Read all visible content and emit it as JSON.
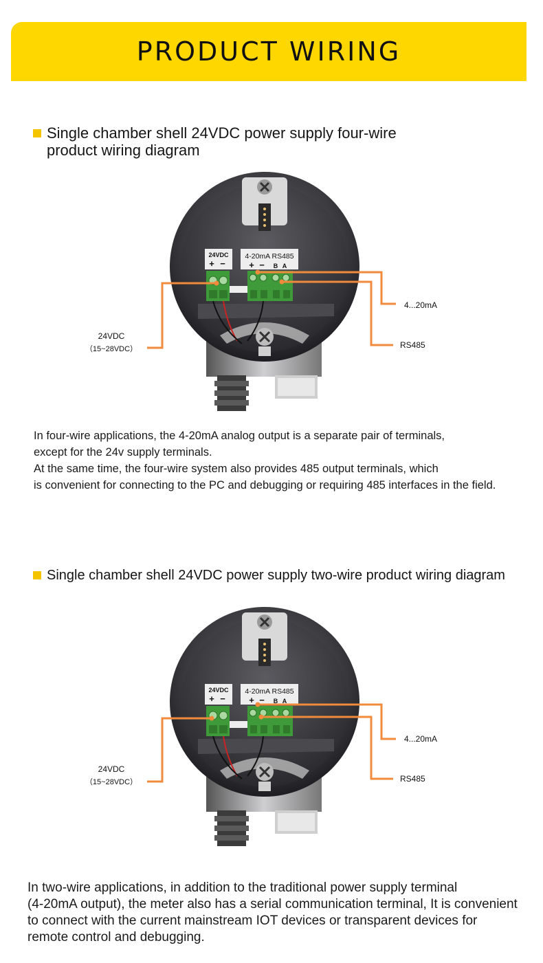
{
  "banner": {
    "title": "PRODUCT WIRING"
  },
  "section1": {
    "title_line1": "Single chamber shell 24VDC power supply four-wire",
    "title_line2": "product wiring diagram",
    "paragraph": [
      "In four-wire applications, the 4-20mA analog output is a separate pair of terminals,",
      "except for the 24v supply terminals.",
      "At the same time, the four-wire system also provides 485 output terminals, which",
      "is convenient for connecting to the PC and debugging or requiring 485 interfaces in the field."
    ]
  },
  "section2": {
    "title": "Single chamber shell 24VDC power supply two-wire product wiring diagram",
    "paragraph": [
      "In two-wire applications, in addition to the traditional power supply terminal",
      "(4-20mA output), the meter also has a serial communication terminal, It is convenient",
      "to connect with the current mainstream IOT devices or transparent devices for",
      "remote control and debugging."
    ]
  },
  "diagram_labels": {
    "power_block": "24VDC",
    "power_plus": "+",
    "power_minus": "−",
    "signal_block": "4-20mA RS485",
    "signal_plus": "+",
    "signal_minus": "−",
    "rs485_b": "B",
    "rs485_a": "A",
    "callout_current": "4...20mA",
    "callout_rs485": "RS485",
    "callout_supply": "24VDC",
    "callout_supply_range": "（15~28VDC）"
  },
  "colors": {
    "banner": "#fed700",
    "bullet": "#f5c400",
    "callout_line": "#f08a3c",
    "terminal_green": "#3f9b3a"
  }
}
